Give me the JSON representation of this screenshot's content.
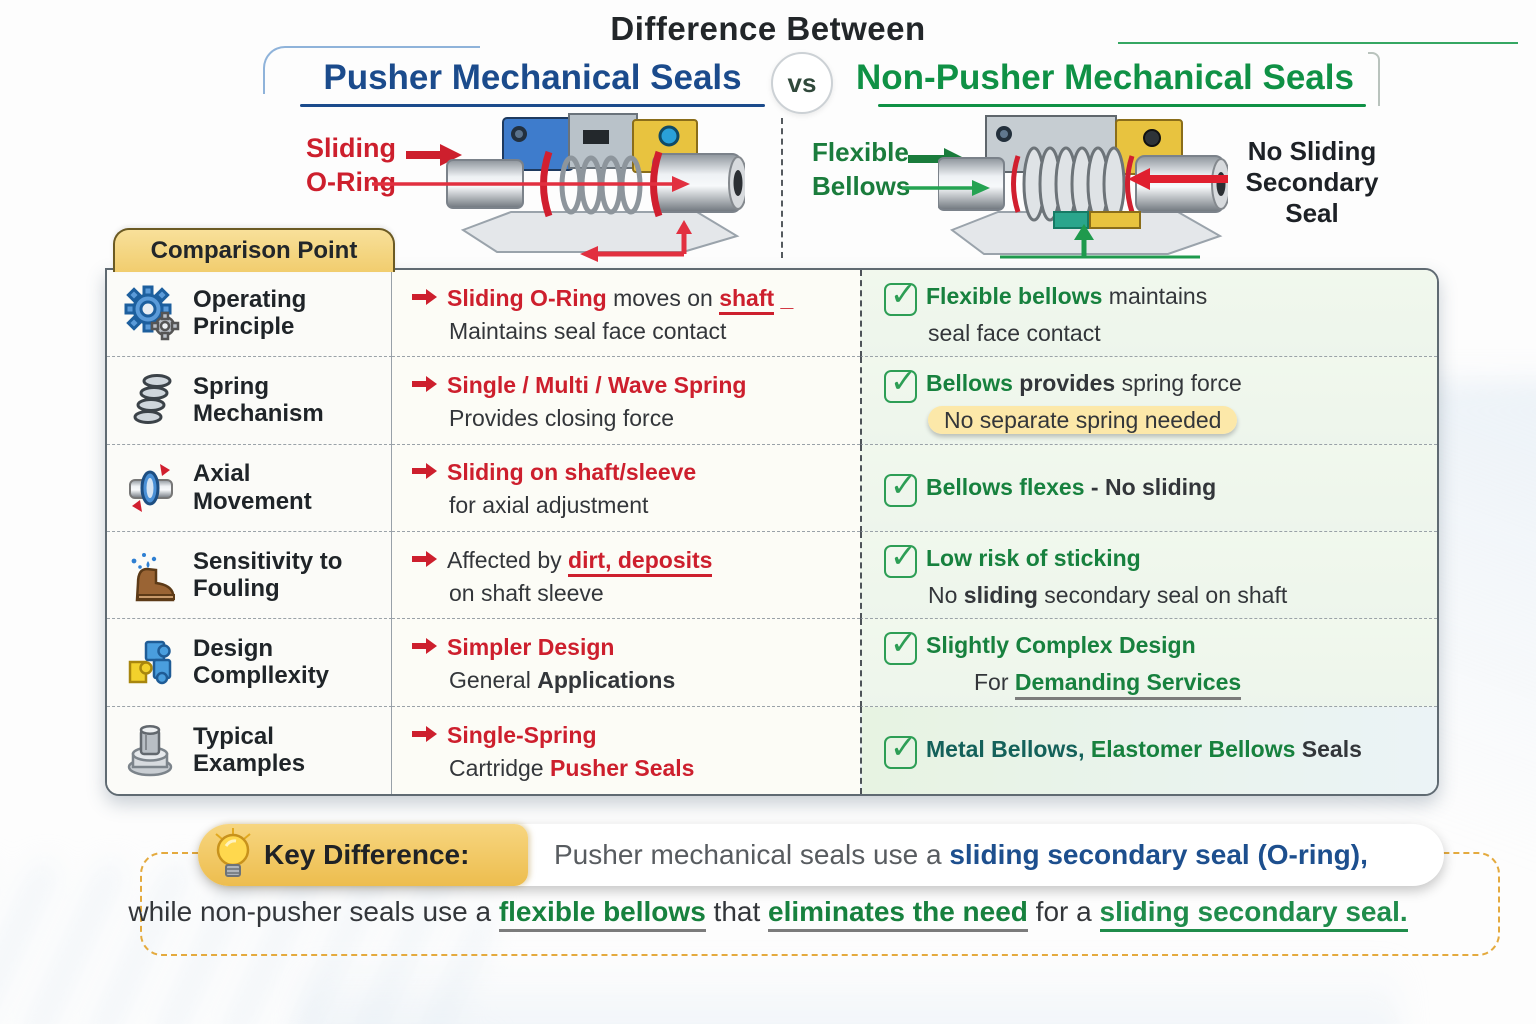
{
  "colors": {
    "accent_red": "#cd1f2d",
    "accent_green": "#17813e",
    "accent_blue": "#1b4b8c",
    "header_tan": "#f1cd6e",
    "highlight_yellow": "#fce8a9"
  },
  "header": {
    "title": "Difference Between",
    "left_title": "Pusher Mechanical Seals",
    "vs": "vs",
    "right_title": "Non-Pusher Mechanical Seals"
  },
  "diagram": {
    "left_label_lines": [
      "Sliding",
      "O-Ring"
    ],
    "right_label_lines": [
      "Flexible",
      "Bellows"
    ],
    "no_seal_lines": [
      "No Sliding",
      "Secondary",
      "Seal"
    ],
    "icons": [
      "red-arrow-icon",
      "green-arrow-icon",
      "pusher-seal-illustration",
      "bellows-seal-illustration"
    ]
  },
  "table": {
    "header": "Comparison Point",
    "rows": [
      {
        "icon": "gears-icon",
        "label_lines": [
          "Operating",
          "Principle"
        ],
        "pusher": {
          "l1": [
            {
              "t": "Sliding O-Ring",
              "s": "rb"
            },
            {
              "t": " moves on ",
              "s": "d"
            },
            {
              "t": "shaft",
              "s": "rb u-red"
            },
            {
              "t": " _",
              "s": "rb"
            }
          ],
          "l2": [
            {
              "t": "Maintains seal face contact",
              "s": "d"
            }
          ]
        },
        "nonpusher": {
          "l1": [
            {
              "t": "Flexible bellows",
              "s": "gb"
            },
            {
              "t": " maintains",
              "s": "d"
            }
          ],
          "l2": [
            {
              "t": "seal face contact",
              "s": "d"
            }
          ]
        }
      },
      {
        "icon": "spring-icon",
        "label_lines": [
          "Spring",
          "Mechanism"
        ],
        "pusher": {
          "l1": [
            {
              "t": "Single / Multi / Wave Spring",
              "s": "rb"
            }
          ],
          "l2": [
            {
              "t": "Provides closing force",
              "s": "d"
            }
          ]
        },
        "nonpusher": {
          "l1": [
            {
              "t": "Bellows",
              "s": "gb"
            },
            {
              "t": " provides",
              "s": "db"
            },
            {
              "t": " spring force",
              "s": "d"
            }
          ],
          "l2": [
            {
              "t": "No separate spring needed",
              "s": "d pill-hl"
            }
          ]
        }
      },
      {
        "icon": "axial-movement-icon",
        "label_lines": [
          "Axial",
          "Movement"
        ],
        "pusher": {
          "l1": [
            {
              "t": "Sliding on shaft/sleeve",
              "s": "rb"
            }
          ],
          "l2": [
            {
              "t": "for axial adjustment",
              "s": "d"
            }
          ]
        },
        "nonpusher": {
          "l1": [
            {
              "t": "Bellows flexes",
              "s": "gb"
            },
            {
              "t": " - No sliding",
              "s": "db"
            }
          ]
        }
      },
      {
        "icon": "fouling-boot-icon",
        "label_lines": [
          "Sensitivity to",
          "Fouling"
        ],
        "pusher": {
          "l1": [
            {
              "t": "Affected by ",
              "s": "d"
            },
            {
              "t": "dirt, deposits",
              "s": "rb u-red"
            }
          ],
          "l2": [
            {
              "t": "on shaft sleeve",
              "s": "d"
            }
          ]
        },
        "nonpusher": {
          "l1": [
            {
              "t": "Low risk of sticking",
              "s": "gb"
            }
          ],
          "l2": [
            {
              "t": "No ",
              "s": "d"
            },
            {
              "t": "sliding",
              "s": "db"
            },
            {
              "t": " secondary seal on shaft",
              "s": "d"
            }
          ]
        }
      },
      {
        "icon": "puzzle-icon",
        "label_lines": [
          "Design",
          "Compllexity"
        ],
        "pusher": {
          "l1": [
            {
              "t": "Simpler Design",
              "s": "rb"
            }
          ],
          "l2": [
            {
              "t": "General ",
              "s": "d"
            },
            {
              "t": "Applications",
              "s": "db"
            }
          ]
        },
        "nonpusher": {
          "l1": [
            {
              "t": "Slightly Complex Design",
              "s": "gb"
            }
          ],
          "l2": [
            {
              "t": "For ",
              "s": "d"
            },
            {
              "t": "Demanding Services",
              "s": "gb u-gray"
            }
          ]
        }
      },
      {
        "icon": "cartridge-part-icon",
        "label_lines": [
          "Typical",
          "Examples"
        ],
        "pusher": {
          "l1": [
            {
              "t": "Single-Spring",
              "s": "rb"
            }
          ],
          "l2": [
            {
              "t": "Cartridge ",
              "s": "d"
            },
            {
              "t": "Pusher Seals",
              "s": "rb"
            }
          ]
        },
        "nonpusher": {
          "l1": [
            {
              "t": "Metal Bellows,",
              "s": "tb"
            },
            {
              "t": " Elastomer Bellows",
              "s": "gb"
            },
            {
              "t": " Seals",
              "s": "db"
            }
          ]
        }
      }
    ]
  },
  "key_difference": {
    "label": "Key Difference:",
    "line1": [
      {
        "t": "Pusher mechanical seals use a ",
        "s": "gray"
      },
      {
        "t": "sliding secondary seal (O-ring),",
        "s": "bb"
      }
    ],
    "line2": [
      {
        "t": "while non-pusher seals use a ",
        "s": "d"
      },
      {
        "t": "flexible bellows",
        "s": "gb u-gray"
      },
      {
        "t": " that ",
        "s": "d"
      },
      {
        "t": "eliminates the need",
        "s": "gb u-gray"
      },
      {
        "t": " for a ",
        "s": "d"
      },
      {
        "t": "sliding secondary seal.",
        "s": "g u-green"
      }
    ]
  }
}
